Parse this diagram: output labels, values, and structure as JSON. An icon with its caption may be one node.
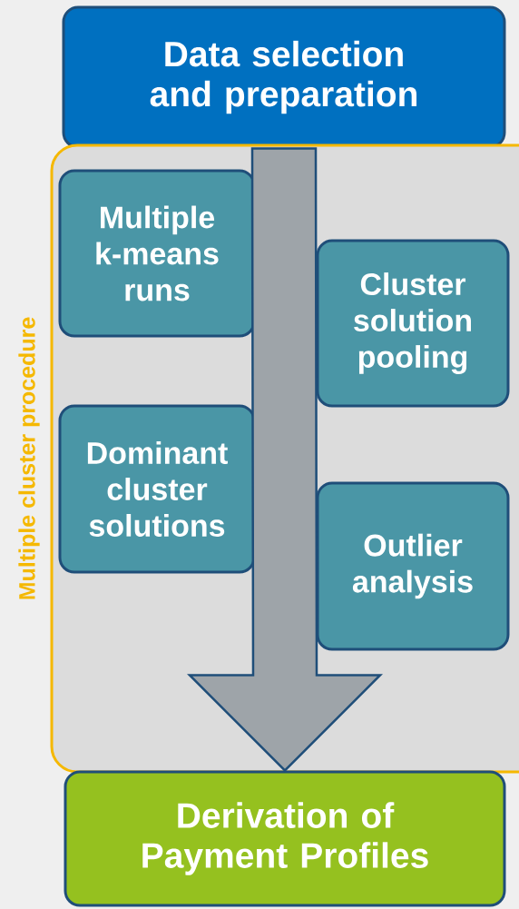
{
  "diagram": {
    "nodes": [
      {
        "text": [
          "Data selection and preparation"
        ]
      },
      {
        "text": [
          "Multiple cluster procedure"
        ]
      },
      {
        "text": [
          "Multiple k-means runs"
        ],
        "in": 1
      },
      {
        "text": [
          "Cluster solution pooling"
        ],
        "in": 1
      },
      {
        "text": [
          "Dominant cluster solutions"
        ],
        "in": 1
      },
      {
        "text": [
          "Outlier analysis"
        ],
        "in": 1
      },
      {
        "text": [
          "Derivation of Payment Profiles"
        ]
      }
    ],
    "edges": [
      {
        "from": 0,
        "to": 6,
        "arrow": "to"
      }
    ]
  }
}
